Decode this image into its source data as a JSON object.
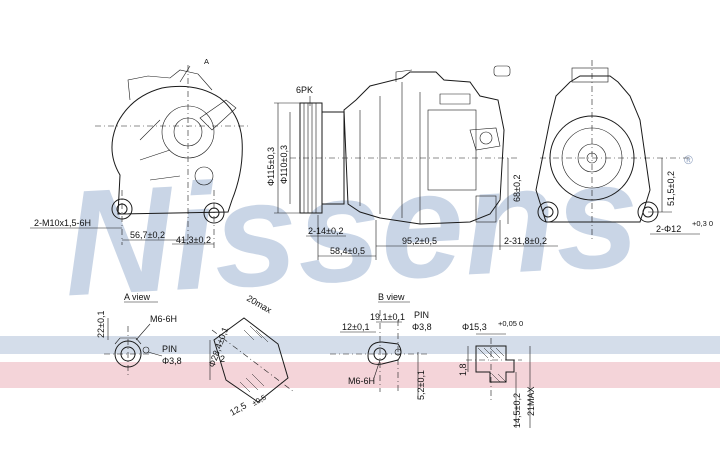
{
  "watermark": {
    "text": "Nissens",
    "registered": "®",
    "color": "#c9d5e6"
  },
  "bands": {
    "blue": "#d4ddea",
    "pink": "#f4d4d9"
  },
  "colors": {
    "line": "#1a1a1a",
    "background": "#ffffff"
  },
  "labels": {
    "belt": "6PK",
    "m10": "2-M10x1,5-6H",
    "d567": "56,7±0,2",
    "d413": "41,3±0,2",
    "d2_14": "2-14±0,2",
    "d584": "58,4±0,5",
    "d952": "95,2±0,5",
    "d2_318": "2-31,8±0,2",
    "d1154": "Φ115±0,3",
    "d110": "Φ110±0,3",
    "d68": "68±0,2",
    "d515": "51,5±0,2",
    "d2_12": "2-Φ12",
    "d2_12_tol": "+0,3 0",
    "a_view": "A view",
    "b_view": "B view",
    "d22": "22±0,1",
    "m6_a": "M6-6H",
    "pin_a": "PIN",
    "pin_a_dia": "Φ3,8",
    "d20max": "20max",
    "d28": "Φ28,4±0,1",
    "d2": "2",
    "d125": "12,5",
    "d125_tol": "±0,5",
    "d191": "19,1±0,1",
    "d12": "12±0,1",
    "pin_b": "PIN",
    "pin_b_dia": "Φ3,8",
    "m6_b": "M6-6H",
    "d52": "5,2±0,1",
    "d153": "Φ15,3",
    "d153_tol": "+0,05 0",
    "d18": "1,8",
    "d145": "14,5±0,2",
    "d21max": "21MAX"
  }
}
